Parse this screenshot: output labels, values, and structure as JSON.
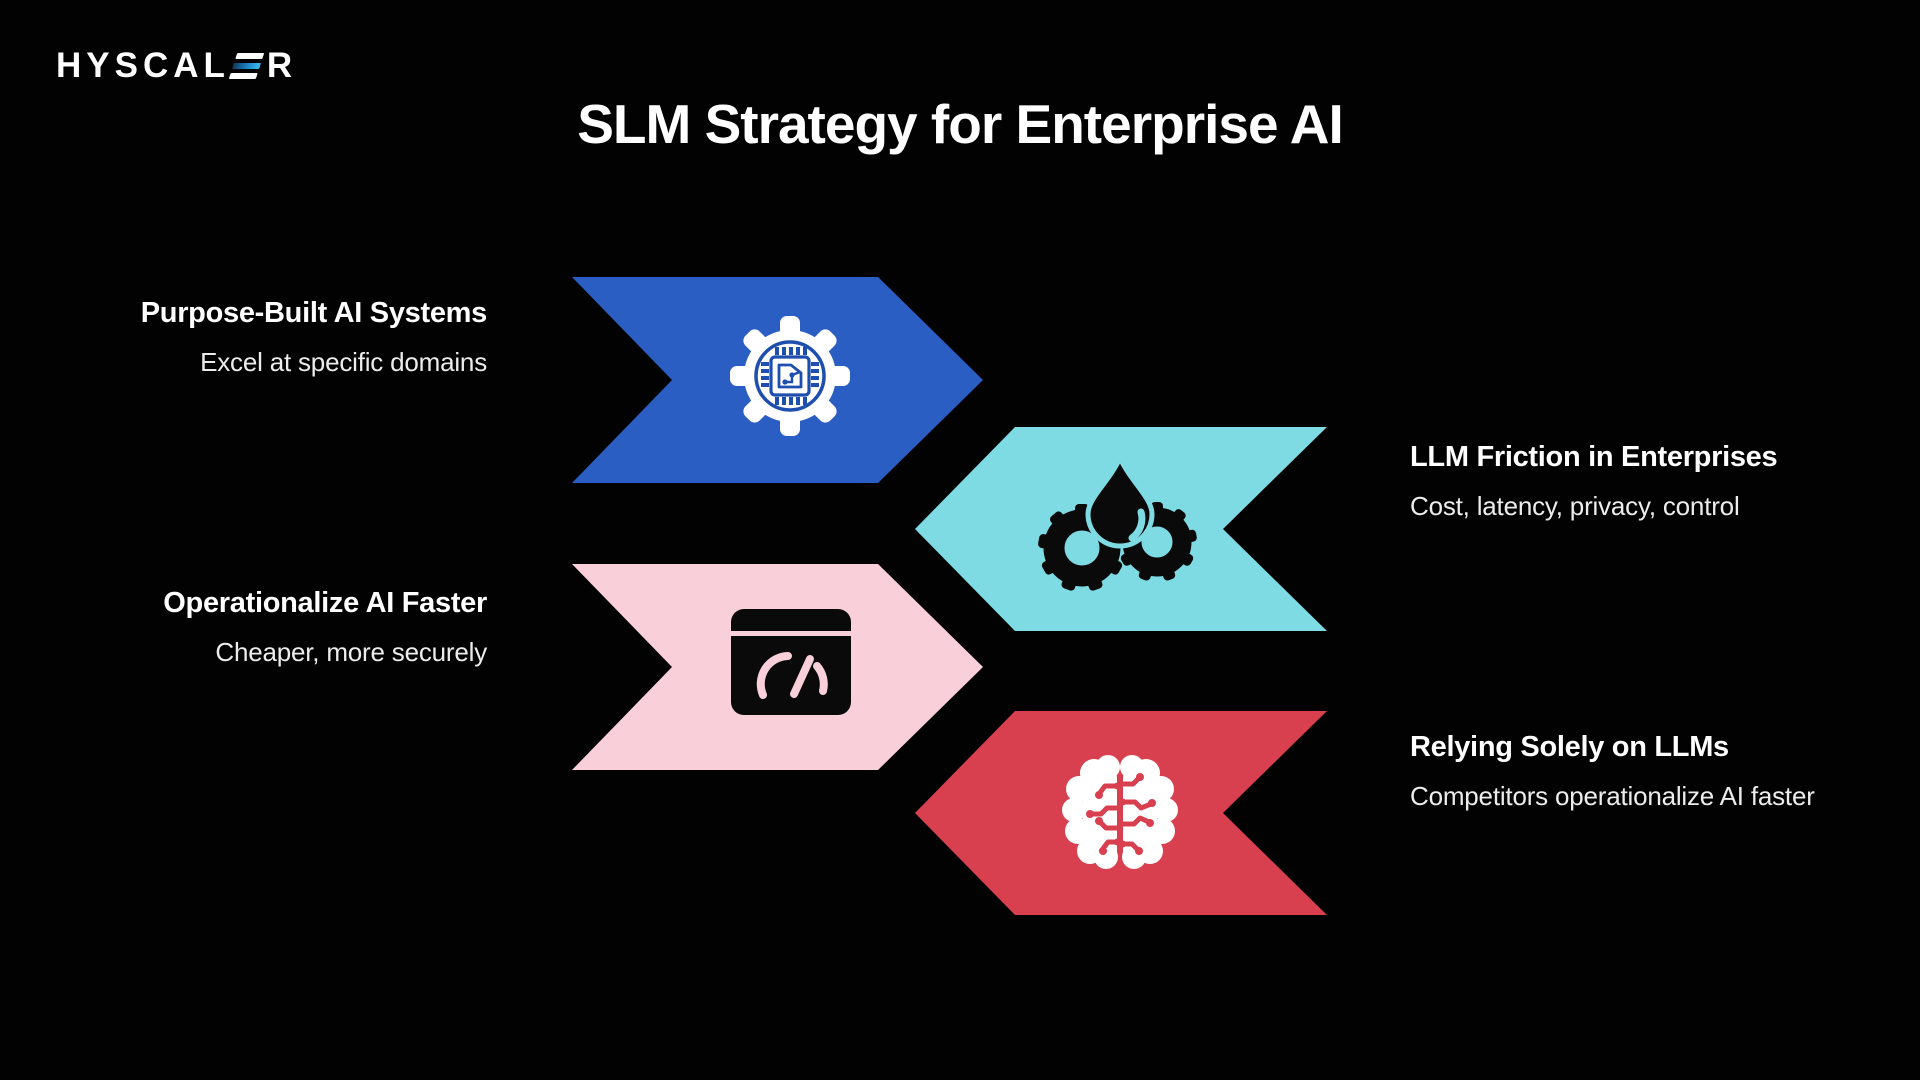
{
  "logo": {
    "text_before_mark": "HYSCAL",
    "text_after_mark": "R"
  },
  "title": "SLM Strategy for Enterprise AI",
  "items": [
    {
      "heading": "Purpose-Built AI Systems",
      "subtext": "Excel at specific domains",
      "color": "#2a5ec2",
      "icon": "gear-chip-icon",
      "direction": "right"
    },
    {
      "heading": "LLM Friction in Enterprises",
      "subtext": "Cost, latency, privacy, control",
      "color": "#7edbe3",
      "icon": "water-drop-gears-icon",
      "direction": "left"
    },
    {
      "heading": "Operationalize AI Faster",
      "subtext": "Cheaper, more securely",
      "color": "#f9cfda",
      "icon": "speedometer-window-icon",
      "direction": "right"
    },
    {
      "heading": "Relying Solely on LLMs",
      "subtext": "Competitors operationalize AI faster",
      "color": "#d8404f",
      "icon": "circuit-brain-icon",
      "direction": "left"
    }
  ],
  "colors": {
    "background": "#020202",
    "heading_text": "#ffffff",
    "subtext": "#ececec",
    "icon_detail_blue": "#1e4fae",
    "logo_accent_start": "#0d3a5c",
    "logo_accent_end": "#38bdf2"
  }
}
